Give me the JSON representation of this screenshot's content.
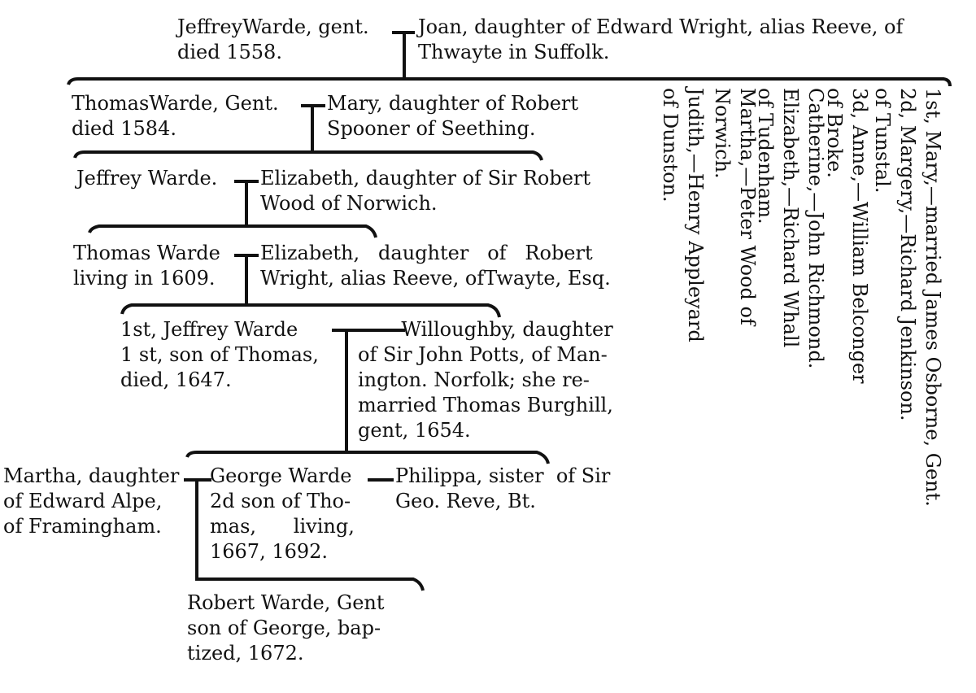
{
  "generation_1": {
    "jeffrey": [
      "JeffreyWarde, gent.",
      "died 1558."
    ],
    "joan": [
      "Joan, daughter of Edward Wright, alias Reeve, of",
      "Thwayte in Suffolk."
    ]
  },
  "generation_2": {
    "thomas": [
      "ThomasWarde, Gent.",
      "died 1584."
    ],
    "mary": [
      "Mary, daughter of Robert",
      "Spooner of Seething."
    ],
    "siblings": [
      [
        "1st, Mary,—married James Osborne, Gent.",
        "2d, Margery,—Richard Jenkinson.",
        "of Tunstal."
      ],
      [
        "3d, Anne,—William Belconger",
        "of Broke."
      ],
      [
        "Catherine,—John Richmond.",
        "Elizabeth,—Richard Whall",
        "of Tudenham."
      ],
      [
        "Martha,—Peter Wood of",
        "Norwich."
      ],
      [
        "Judith,—Henry Appleyard",
        "of Dunston."
      ]
    ]
  },
  "generation_3": {
    "jeffrey": "Jeffrey Warde.",
    "elizabeth": [
      "Elizabeth, daughter of Sir Robert",
      "Wood of Norwich."
    ]
  },
  "generation_4": {
    "thomas": [
      "Thomas Warde",
      "living in 1609."
    ],
    "elizabeth": [
      "Elizabeth,",
      "daughter",
      "of",
      "Robert",
      "Wright, alias Reeve, ofTwayte, Esq."
    ]
  },
  "generation_5": {
    "jeffrey": [
      "1st, Jeffrey Warde",
      "1 st, son of Thomas,",
      "died, 1647."
    ],
    "willoughby": [
      "Willoughby, daughter",
      "of Sir John Potts, of Man-",
      "ington. Norfolk; she re-",
      "married Thomas Burghill,",
      "gent, 1654."
    ]
  },
  "generation_6": {
    "martha": [
      "Martha, daughter",
      "of Edward Alpe,",
      "of Framingham."
    ],
    "george": [
      "George Warde",
      "2d son of Tho-",
      "mas,",
      "living,",
      "1667, 1692."
    ],
    "philippa": [
      "Philippa, sister",
      "of Sir",
      "Geo. Reve, Bt."
    ]
  },
  "generation_7": {
    "robert": [
      "Robert Warde, Gent",
      "son of George, bap-",
      "tized, 1672."
    ]
  }
}
